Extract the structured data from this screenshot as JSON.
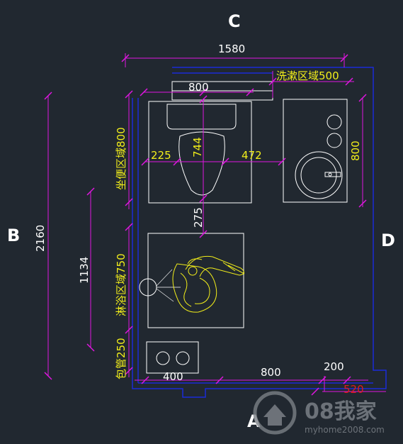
{
  "colors": {
    "background": "#212830",
    "dimension": "#e016e0",
    "zone_text": "#f2ee1a",
    "fixture": "#ffffff",
    "wall": "#1a2bd8",
    "figure": "#f2ee1a",
    "highlight": "#e21b1b",
    "watermark": "#7a7f86"
  },
  "walls": {
    "top": "C",
    "left": "B",
    "right": "D",
    "bottom": "A"
  },
  "dimensions": {
    "overall_width": "1580",
    "overall_height": "2160",
    "toilet_zone_width": "800",
    "toilet_left_gap": "225",
    "toilet_depth": "744",
    "toilet_right_gap": "472",
    "toilet_to_shower_gap": "275",
    "shower_zone_height": "1134",
    "vanity_depth": "800",
    "bottom_left": "400",
    "bottom_mid": "800",
    "bottom_right": "200",
    "wall_return": "520"
  },
  "zones": {
    "wash": "洗漱区域500",
    "toilet": "坐便区域800",
    "shower": "淋浴区域750",
    "pipe": "包管250"
  },
  "watermark": {
    "logo_text": "08我家",
    "site": "myhome2008.com"
  }
}
